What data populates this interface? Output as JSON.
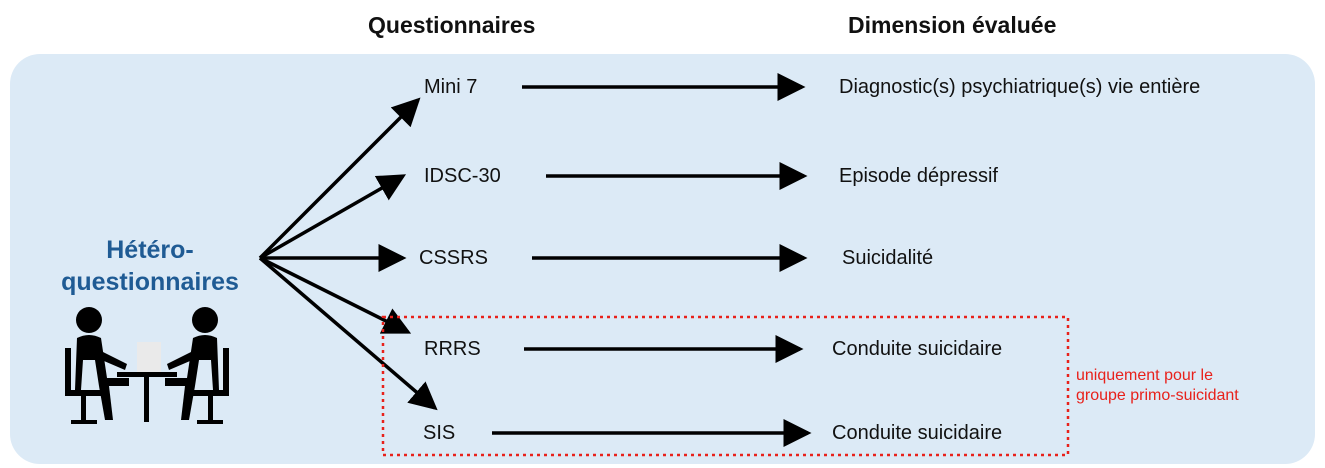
{
  "headers": {
    "questionnaires": "Questionnaires",
    "dimension": "Dimension évaluée"
  },
  "source": {
    "line1": "Hétéro-",
    "line2": "questionnaires",
    "icon": "interview-icon"
  },
  "rows": [
    {
      "questionnaire": "Mini 7",
      "dimension": "Diagnostic(s) psychiatrique(s) vie entière"
    },
    {
      "questionnaire": "IDSC-30",
      "dimension": "Episode dépressif"
    },
    {
      "questionnaire": "CSSRS",
      "dimension": "Suicidalité"
    },
    {
      "questionnaire": "RRRS",
      "dimension": "Conduite suicidaire"
    },
    {
      "questionnaire": "SIS",
      "dimension": "Conduite suicidaire"
    }
  ],
  "note": {
    "line1": "uniquement pour le",
    "line2": "groupe primo-suicidant"
  },
  "colors": {
    "panel": "#dceaf6",
    "title_blue": "#1f5b94",
    "note_red": "#e8211b"
  }
}
